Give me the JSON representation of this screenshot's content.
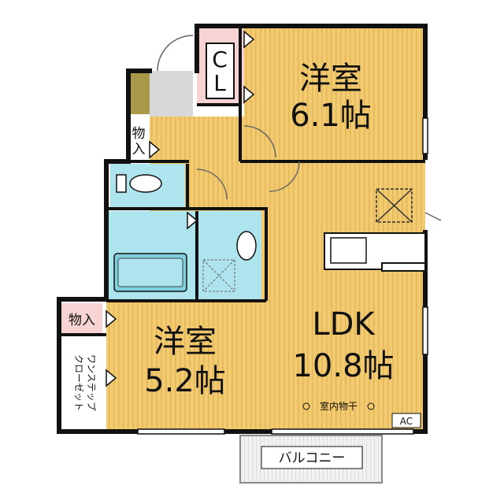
{
  "rooms": {
    "western_6": {
      "name": "洋室",
      "size": "6.1帖"
    },
    "western_5": {
      "name": "洋室",
      "size": "5.2帖"
    },
    "ldk": {
      "name": "LDK",
      "size": "10.8帖"
    }
  },
  "labels": {
    "cl_c": "C",
    "cl_l": "L",
    "storage_top_1": "物",
    "storage_top_2": "入",
    "storage_left": "物入",
    "walkin_1": "ワンステップ",
    "walkin_2": "クローゼット",
    "indoor_drying": "室内物干",
    "ac": "AC",
    "balcony": "バルコニー"
  },
  "colors": {
    "floor": "#f2cb70",
    "wall": "#111111",
    "wet_area": "#aee4ee",
    "closet": "#f7d3d3",
    "entrance": "#d8d8d8",
    "shoe": "#a99a4a",
    "hall_floor": "#f7dc90"
  }
}
